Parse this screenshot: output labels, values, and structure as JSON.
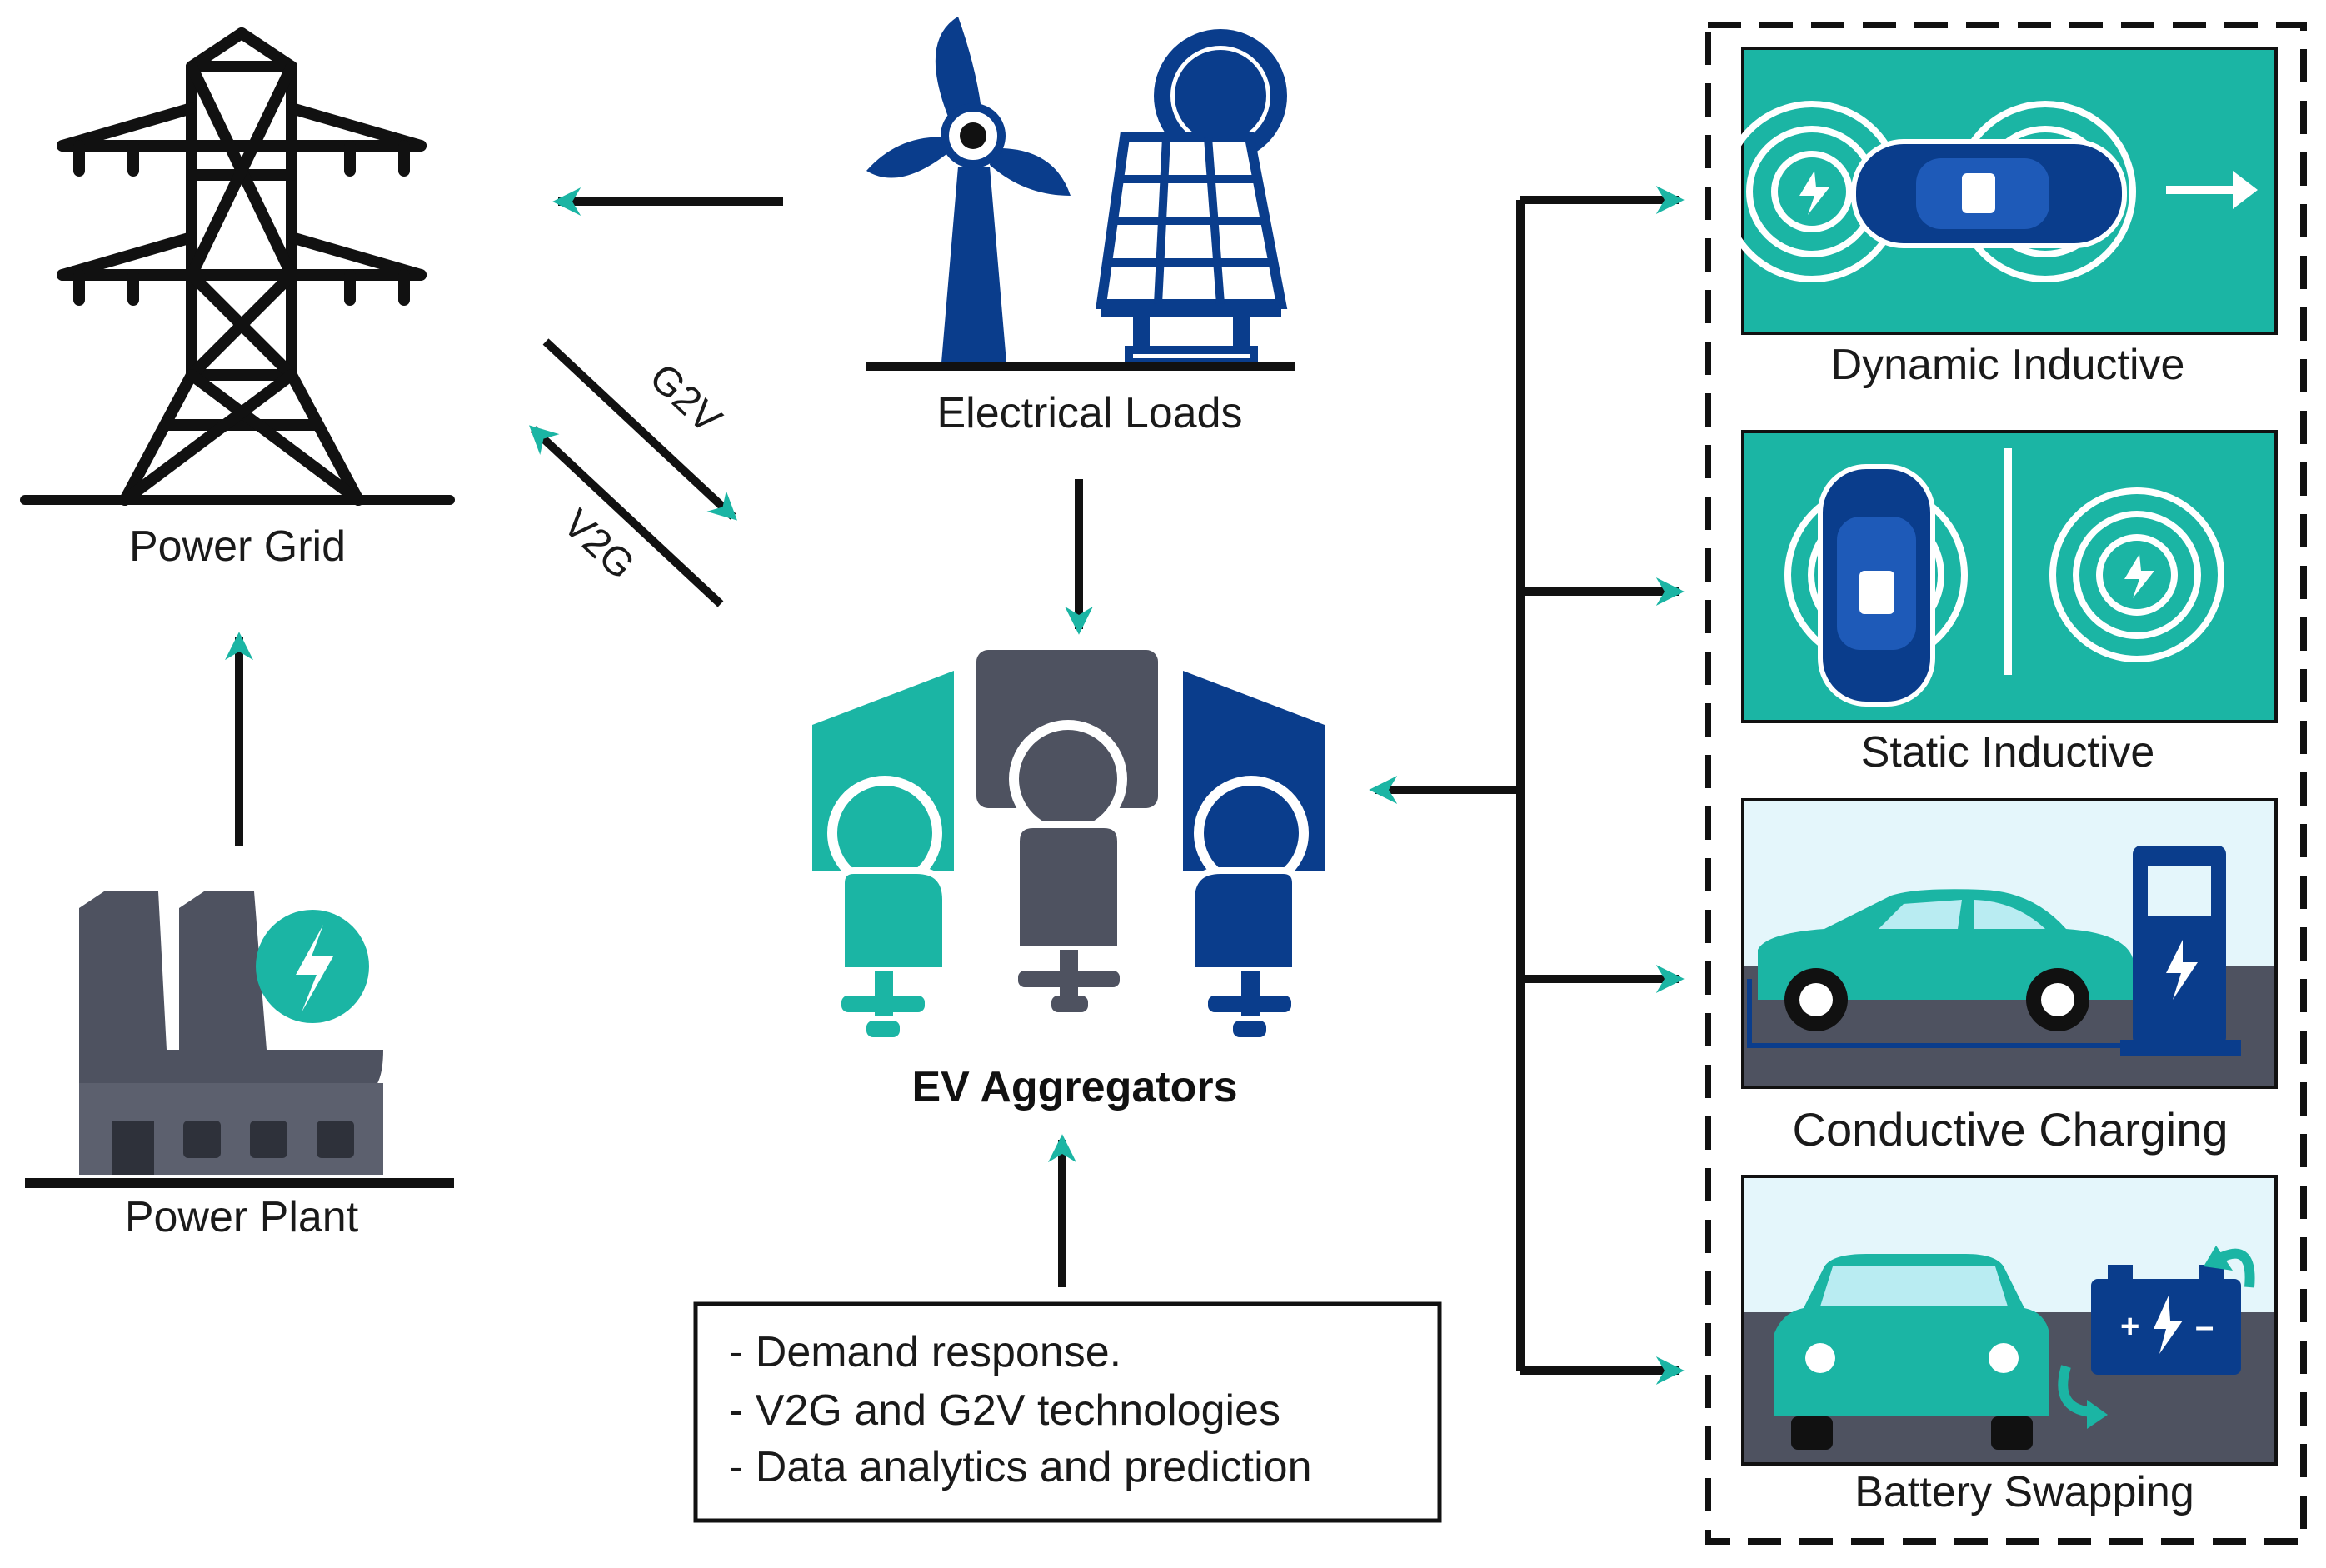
{
  "nodes": {
    "power_grid": "Power Grid",
    "power_plant": "Power Plant",
    "electrical_loads": "Electrical Loads",
    "ev_aggregators": "EV Aggregators"
  },
  "flows": {
    "g2v": "G2V",
    "v2g": "V2G"
  },
  "services": [
    "- Demand response.",
    "- V2G and G2V technologies",
    "- Data analytics and prediction"
  ],
  "charging_methods": [
    "Dynamic Inductive",
    "Static Inductive",
    "Conductive Charging",
    "Battery Swapping"
  ],
  "colors": {
    "teal": "#1BB5A4",
    "navy": "#0A3D8C",
    "slate": "#4E5260",
    "ink": "#111111"
  }
}
